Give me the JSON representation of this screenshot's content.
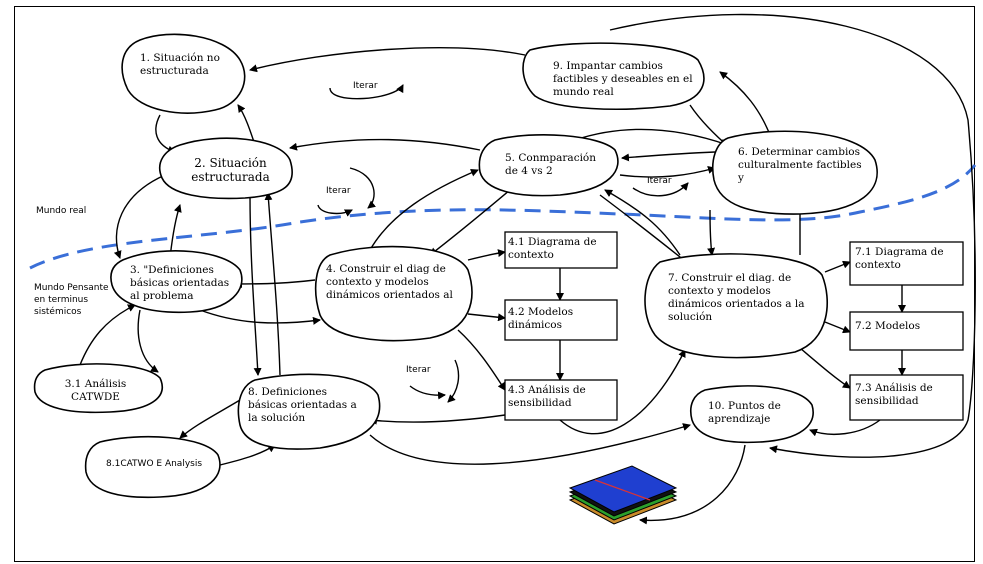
{
  "nodes": {
    "n1": "1. Situación no estructurada",
    "n2": "2. Situación estructurada",
    "n3": "3. \"Definiciones básicas orientadas al problema",
    "n31": "3.1 Análisis CATWDE",
    "n4": "4. Construir el diag de contexto y modelos dinámicos orientados al",
    "n41": "4.1 Diagrama de contexto",
    "n42": "4.2 Modelos dinámicos",
    "n43": "4.3 Análisis de sensibilidad",
    "n5": "5. Conmparación de 4 vs 2",
    "n6": "6. Determinar cambios culturalmente factibles y",
    "n7": "7. Construir el diag. de contexto y modelos dinámicos orientados a la solución",
    "n71": "7.1 Diagrama de contexto",
    "n72": "7.2 Modelos",
    "n73": "7.3 Análisis de sensibilidad",
    "n8": "8. Definiciones básicas orientadas a la solución",
    "n81": "8.1CATWO E Analysis",
    "n9": "9. Impantar cambios factibles y deseables en el mundo real",
    "n10": "10. Puntos de aprendizaje"
  },
  "labels": {
    "iterar": "Iterar",
    "mundo_real": "Mundo real",
    "mundo_pensante": "Mundo Pensante en terminus sistémicos"
  },
  "colors": {
    "divider": "#3a6fd8",
    "book": "#1f3fd0"
  },
  "icons": [
    "iterate-loop-icon",
    "book-stack-icon"
  ]
}
